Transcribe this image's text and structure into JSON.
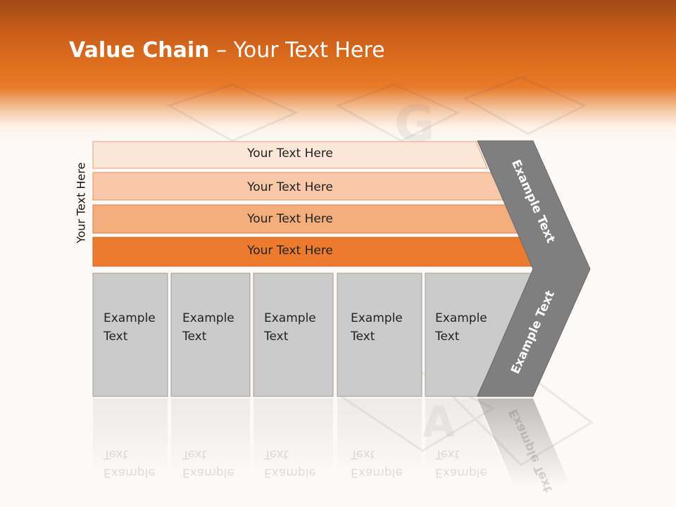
{
  "slide": {
    "title_bold": "Value Chain",
    "title_rest": " – Your Text Here",
    "side_label": "Your Text Here",
    "bars": [
      "Your Text Here",
      "Your Text Here",
      "Your Text Here",
      "Your Text Here"
    ],
    "columns": [
      {
        "line1": "Example",
        "line2": "Text"
      },
      {
        "line1": "Example",
        "line2": "Text"
      },
      {
        "line1": "Example",
        "line2": "Text"
      },
      {
        "line1": "Example",
        "line2": "Text"
      },
      {
        "line1": "Example",
        "line2": "Text"
      }
    ],
    "chevron_top_label": "Example Text",
    "chevron_bottom_label": "Example Text"
  },
  "colors": {
    "header_orange": "#e2721f",
    "bar_1": "#fbe6d8",
    "bar_2": "#f8c8a8",
    "bar_3": "#f4ad7c",
    "bar_4": "#ec7b30",
    "column_gray": "#cbcbcb",
    "chevron_gray": "#7f7f7f"
  }
}
